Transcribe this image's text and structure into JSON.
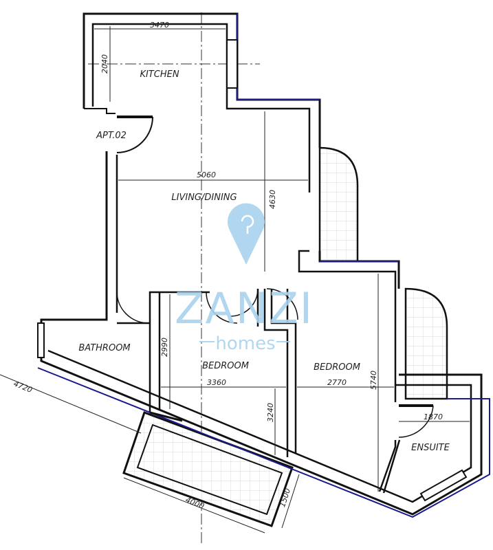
{
  "plan": {
    "apartment_label": "APT.02",
    "rooms": {
      "kitchen": "KITCHEN",
      "living_dining": "LIVING/DINING",
      "bathroom": "BATHROOM",
      "bedroom_1": "BEDROOM",
      "bedroom_2": "BEDROOM",
      "ensuite": "ENSUITE"
    },
    "dimensions": {
      "kitchen_width": "3470",
      "kitchen_depth": "2040",
      "living_width": "5060",
      "living_depth": "4630",
      "bedroom1_depth": "2990",
      "bedroom1_width": "3360",
      "bedroom1_lower": "3240",
      "bedroom2_width": "2770",
      "bedroom2_depth": "5740",
      "ensuite_width": "1870",
      "bathroom_wall": "4720",
      "balcony_length": "4000",
      "balcony_depth": "1500"
    },
    "watermark": {
      "brand": "ZANZI",
      "sub": "homes"
    },
    "colors": {
      "wall": "#111111",
      "outline_blue": "#1a1a8c",
      "watermark": "#a9d3ef",
      "tile": "#d8d8d8"
    }
  }
}
